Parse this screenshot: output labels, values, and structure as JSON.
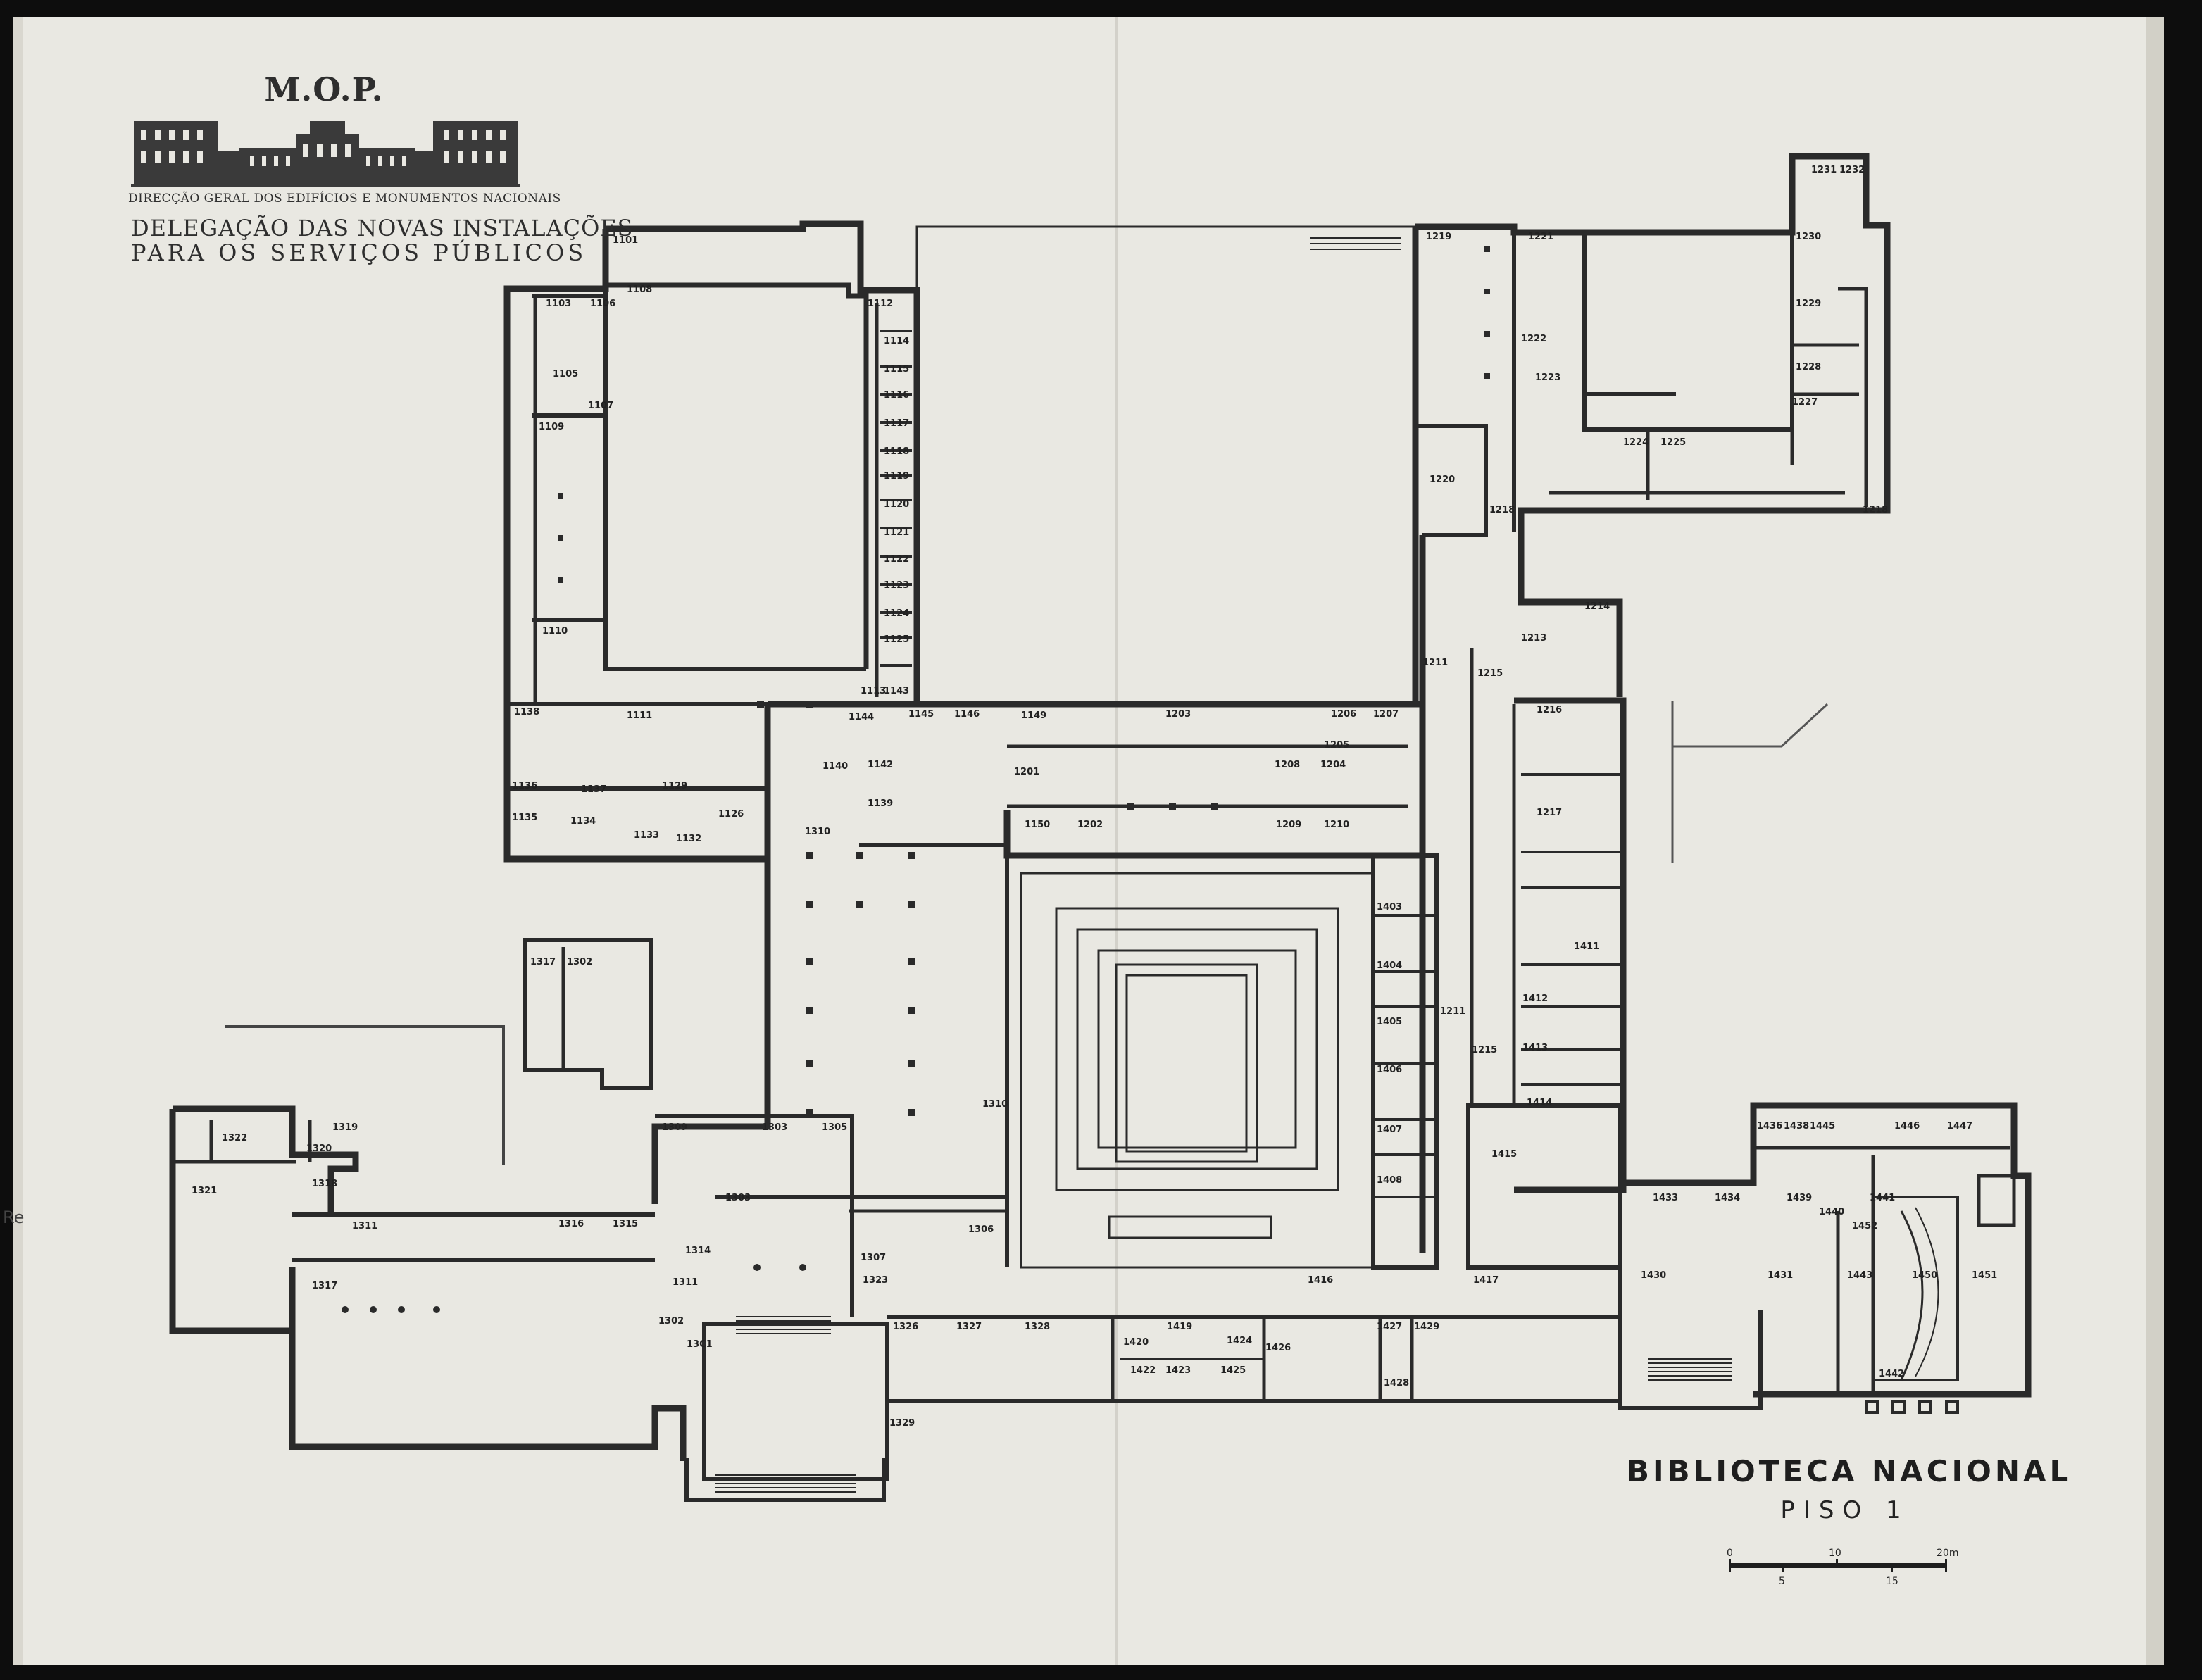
{
  "header": {
    "org": "M.O.P.",
    "directorate": "DIRECÇÃO GERAL DOS EDIFÍCIOS E MONUMENTOS NACIONAIS",
    "delegation_line1": "DELEGAÇÃO DAS NOVAS INSTALAÇÕES",
    "delegation_line2": "PARA OS SERVIÇOS PÚBLICOS"
  },
  "title": "BIBLIOTECA NACIONAL",
  "floor": "PISO  1",
  "edge_text": "Re",
  "scale_bar": {
    "ticks_top": [
      "0",
      "10",
      "20m"
    ],
    "ticks_bottom": [
      "5",
      "15"
    ]
  },
  "rooms": [
    {
      "id": "1101",
      "n": "1101"
    },
    {
      "id": "1103",
      "n": "1103"
    },
    {
      "id": "1105",
      "n": "1105"
    },
    {
      "id": "1106",
      "n": "1106"
    },
    {
      "id": "1107",
      "n": "1107"
    },
    {
      "id": "1108",
      "n": "1108"
    },
    {
      "id": "1109",
      "n": "1109"
    },
    {
      "id": "1110",
      "n": "1110"
    },
    {
      "id": "1111",
      "n": "1111"
    },
    {
      "id": "1112",
      "n": "1112"
    },
    {
      "id": "1113",
      "n": "1113"
    },
    {
      "id": "1114",
      "n": "1114"
    },
    {
      "id": "1115",
      "n": "1115"
    },
    {
      "id": "1116",
      "n": "1116"
    },
    {
      "id": "1117",
      "n": "1117"
    },
    {
      "id": "1118",
      "n": "1118"
    },
    {
      "id": "1119",
      "n": "1119"
    },
    {
      "id": "1120",
      "n": "1120"
    },
    {
      "id": "1121",
      "n": "1121"
    },
    {
      "id": "1122",
      "n": "1122"
    },
    {
      "id": "1123",
      "n": "1123"
    },
    {
      "id": "1124",
      "n": "1124"
    },
    {
      "id": "1125",
      "n": "1125"
    },
    {
      "id": "1126",
      "n": "1126"
    },
    {
      "id": "1129",
      "n": "1129"
    },
    {
      "id": "1132",
      "n": "1132"
    },
    {
      "id": "1133",
      "n": "1133"
    },
    {
      "id": "1134",
      "n": "1134"
    },
    {
      "id": "1135",
      "n": "1135"
    },
    {
      "id": "1136",
      "n": "1136"
    },
    {
      "id": "1137",
      "n": "1137"
    },
    {
      "id": "1138",
      "n": "1138"
    },
    {
      "id": "1139",
      "n": "1139"
    },
    {
      "id": "1140",
      "n": "1140"
    },
    {
      "id": "1142",
      "n": "1142"
    },
    {
      "id": "1143",
      "n": "1143"
    },
    {
      "id": "1144",
      "n": "1144"
    },
    {
      "id": "1145",
      "n": "1145"
    },
    {
      "id": "1146",
      "n": "1146"
    },
    {
      "id": "1149",
      "n": "1149"
    },
    {
      "id": "1150",
      "n": "1150"
    },
    {
      "id": "1201",
      "n": "1201"
    },
    {
      "id": "1202",
      "n": "1202"
    },
    {
      "id": "1203",
      "n": "1203"
    },
    {
      "id": "1204",
      "n": "1204"
    },
    {
      "id": "1205",
      "n": "1205"
    },
    {
      "id": "1206",
      "n": "1206"
    },
    {
      "id": "1207",
      "n": "1207"
    },
    {
      "id": "1208",
      "n": "1208"
    },
    {
      "id": "1209",
      "n": "1209"
    },
    {
      "id": "1210",
      "n": "1210"
    },
    {
      "id": "1211",
      "n": "1211"
    },
    {
      "id": "1211b",
      "n": "1211"
    },
    {
      "id": "1213",
      "n": "1213"
    },
    {
      "id": "1214",
      "n": "1214"
    },
    {
      "id": "1215",
      "n": "1215"
    },
    {
      "id": "1215b",
      "n": "1215"
    },
    {
      "id": "1216",
      "n": "1216"
    },
    {
      "id": "1217",
      "n": "1217"
    },
    {
      "id": "1218",
      "n": "1218"
    },
    {
      "id": "1218b",
      "n": "1218"
    },
    {
      "id": "1219",
      "n": "1219"
    },
    {
      "id": "1220",
      "n": "1220"
    },
    {
      "id": "1221",
      "n": "1221"
    },
    {
      "id": "1222",
      "n": "1222"
    },
    {
      "id": "1223",
      "n": "1223"
    },
    {
      "id": "1224",
      "n": "1224"
    },
    {
      "id": "1225",
      "n": "1225"
    },
    {
      "id": "1227",
      "n": "1227"
    },
    {
      "id": "1228",
      "n": "1228"
    },
    {
      "id": "1229",
      "n": "1229"
    },
    {
      "id": "1230",
      "n": "1230"
    },
    {
      "id": "1231",
      "n": "1231"
    },
    {
      "id": "1232",
      "n": "1232"
    },
    {
      "id": "1302",
      "n": "1302"
    },
    {
      "id": "1302b",
      "n": "1302"
    },
    {
      "id": "1303",
      "n": "1303"
    },
    {
      "id": "1303b",
      "n": "1303"
    },
    {
      "id": "1305",
      "n": "1305"
    },
    {
      "id": "1306",
      "n": "1306"
    },
    {
      "id": "1307",
      "n": "1307"
    },
    {
      "id": "1309",
      "n": "1309"
    },
    {
      "id": "1310",
      "n": "1310"
    },
    {
      "id": "1310b",
      "n": "1310"
    },
    {
      "id": "1311",
      "n": "1311"
    },
    {
      "id": "1311b",
      "n": "1311"
    },
    {
      "id": "1314",
      "n": "1314"
    },
    {
      "id": "1315",
      "n": "1315"
    },
    {
      "id": "1316",
      "n": "1316"
    },
    {
      "id": "1317",
      "n": "1317"
    },
    {
      "id": "1317b",
      "n": "1317"
    },
    {
      "id": "1318",
      "n": "1318"
    },
    {
      "id": "1319",
      "n": "1319"
    },
    {
      "id": "1320",
      "n": "1320"
    },
    {
      "id": "1321",
      "n": "1321"
    },
    {
      "id": "1322",
      "n": "1322"
    },
    {
      "id": "1323",
      "n": "1323"
    },
    {
      "id": "1326",
      "n": "1326"
    },
    {
      "id": "1327",
      "n": "1327"
    },
    {
      "id": "1328",
      "n": "1328"
    },
    {
      "id": "1329",
      "n": "1329"
    },
    {
      "id": "1301",
      "n": "13C1"
    },
    {
      "id": "1403",
      "n": "1403"
    },
    {
      "id": "1404",
      "n": "1404"
    },
    {
      "id": "1405",
      "n": "1405"
    },
    {
      "id": "1406",
      "n": "1406"
    },
    {
      "id": "1407",
      "n": "1407"
    },
    {
      "id": "1408",
      "n": "1408"
    },
    {
      "id": "1411",
      "n": "1411"
    },
    {
      "id": "1412",
      "n": "1412"
    },
    {
      "id": "1413",
      "n": "1413"
    },
    {
      "id": "1414",
      "n": "1414"
    },
    {
      "id": "1415",
      "n": "1415"
    },
    {
      "id": "1416",
      "n": "1416"
    },
    {
      "id": "1417",
      "n": "1417"
    },
    {
      "id": "1419",
      "n": "1419"
    },
    {
      "id": "1420",
      "n": "1420"
    },
    {
      "id": "1422",
      "n": "1422"
    },
    {
      "id": "1423",
      "n": "1423"
    },
    {
      "id": "1424",
      "n": "1424"
    },
    {
      "id": "1425",
      "n": "1425"
    },
    {
      "id": "1426",
      "n": "1426"
    },
    {
      "id": "1427",
      "n": "1427"
    },
    {
      "id": "1428",
      "n": "1428"
    },
    {
      "id": "1429",
      "n": "1429"
    },
    {
      "id": "1430",
      "n": "1430"
    },
    {
      "id": "1431",
      "n": "1431"
    },
    {
      "id": "1433",
      "n": "1433"
    },
    {
      "id": "1434",
      "n": "1434"
    },
    {
      "id": "1436",
      "n": "1436"
    },
    {
      "id": "1438",
      "n": "1438"
    },
    {
      "id": "1439",
      "n": "1439"
    },
    {
      "id": "1440",
      "n": "1440"
    },
    {
      "id": "1441",
      "n": "1441"
    },
    {
      "id": "1442",
      "n": "1442"
    },
    {
      "id": "1443",
      "n": "1443"
    },
    {
      "id": "1445",
      "n": "1445"
    },
    {
      "id": "1446",
      "n": "1446"
    },
    {
      "id": "1447",
      "n": "1447"
    },
    {
      "id": "1450",
      "n": "1450"
    },
    {
      "id": "1451",
      "n": "1451"
    },
    {
      "id": "1452",
      "n": "1452"
    }
  ]
}
